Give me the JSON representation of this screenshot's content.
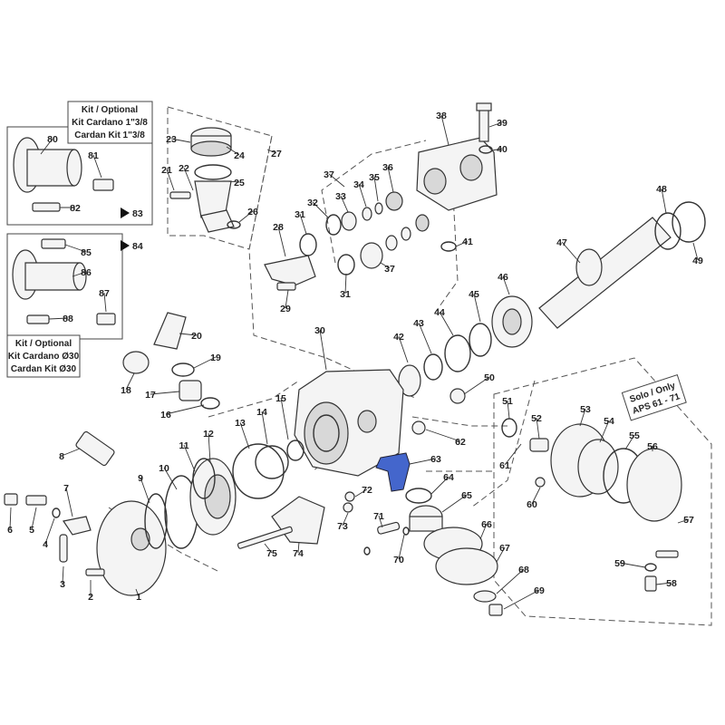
{
  "boxes": {
    "cardan_138": {
      "lines": [
        "Kit / Optional",
        "Kit Cardano 1\"3/8",
        "Cardan Kit 1\"3/8"
      ]
    },
    "cardan_30": {
      "lines": [
        "Kit / Optional",
        "Kit Cardano Ø30",
        "Cardan Kit Ø30"
      ]
    },
    "solo": {
      "lines": [
        "Solo / Only",
        "APS 61 - 71"
      ]
    }
  },
  "arrows": {
    "a83": "83",
    "a84": "84"
  },
  "highlight_color": "#4466cc",
  "labels": {
    "p1": "1",
    "p2": "2",
    "p3": "3",
    "p4": "4",
    "p5": "5",
    "p6": "6",
    "p7": "7",
    "p8": "8",
    "p9": "9",
    "p10": "10",
    "p11": "11",
    "p12": "12",
    "p13": "13",
    "p14": "14",
    "p15": "15",
    "p16": "16",
    "p17": "17",
    "p18": "18",
    "p19": "19",
    "p20": "20",
    "p21": "21",
    "p22": "22",
    "p23": "23",
    "p24": "24",
    "p25": "25",
    "p26": "26",
    "p27": "27",
    "p28": "28",
    "p29": "29",
    "p30": "30",
    "p31a": "31",
    "p31b": "31",
    "p32": "32",
    "p33": "33",
    "p34": "34",
    "p35": "35",
    "p36": "36",
    "p37a": "37",
    "p37b": "37",
    "p38": "38",
    "p39": "39",
    "p40": "40",
    "p41": "41",
    "p42": "42",
    "p43": "43",
    "p44": "44",
    "p45": "45",
    "p46": "46",
    "p47": "47",
    "p48": "48",
    "p49": "49",
    "p50": "50",
    "p51": "51",
    "p52": "52",
    "p53": "53",
    "p54": "54",
    "p55": "55",
    "p56": "56",
    "p57": "57",
    "p58": "58",
    "p59": "59",
    "p60": "60",
    "p61": "61",
    "p62": "62",
    "p63": "63",
    "p64": "64",
    "p65": "65",
    "p66": "66",
    "p67": "67",
    "p68": "68",
    "p69": "69",
    "p70": "70",
    "p71": "71",
    "p72": "72",
    "p73": "73",
    "p74": "74",
    "p75": "75",
    "p80": "80",
    "p81": "81",
    "p82": "82",
    "p85": "85",
    "p86": "86",
    "p87": "87",
    "p88": "88"
  }
}
